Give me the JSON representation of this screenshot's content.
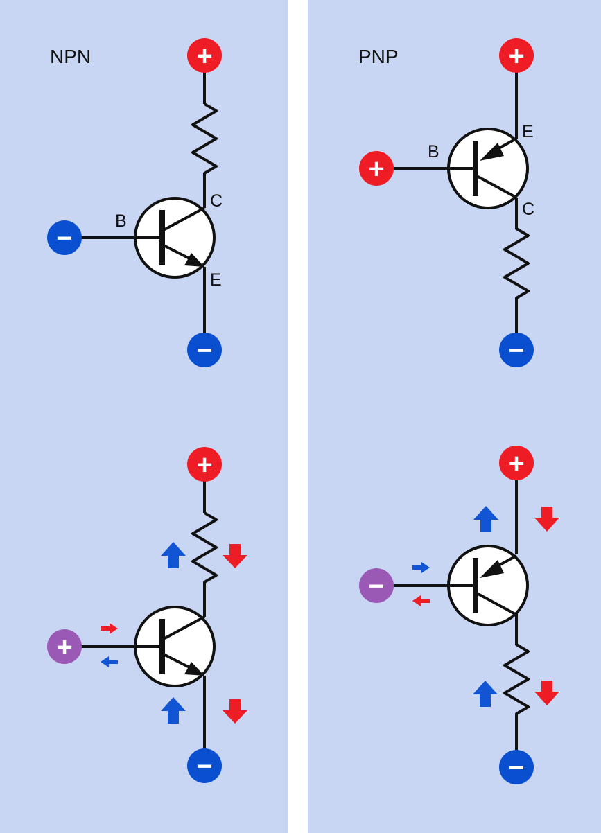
{
  "colors": {
    "background": "#c8d6f3",
    "divider": "#ffffff",
    "positive": "#ee1c25",
    "negative": "#0a4fd0",
    "base_terminal": "#9b59b6",
    "wire": "#111111",
    "arrow_blue": "#1255d4",
    "arrow_red": "#ee1c25"
  },
  "npn": {
    "title": "NPN",
    "pins": {
      "base": "B",
      "collector": "C",
      "emitter": "E"
    },
    "top_terminal": "+",
    "base_terminal": "−",
    "bottom_terminal": "−"
  },
  "pnp": {
    "title": "PNP",
    "pins": {
      "base": "B",
      "collector": "C",
      "emitter": "E"
    },
    "top_terminal": "+",
    "base_terminal": "+",
    "bottom_terminal": "−"
  },
  "npn_flow": {
    "top_terminal": "+",
    "base_terminal": "+",
    "bottom_terminal": "−"
  },
  "pnp_flow": {
    "top_terminal": "+",
    "base_terminal": "−",
    "bottom_terminal": "−"
  }
}
